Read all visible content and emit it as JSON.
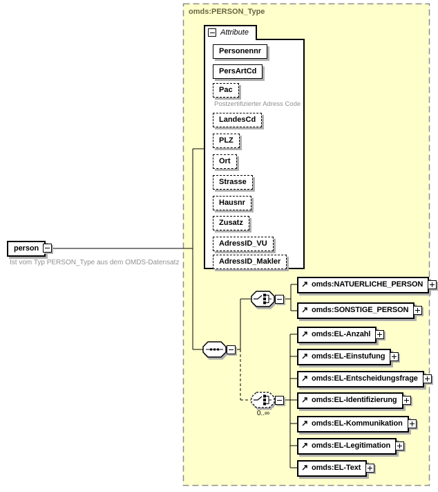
{
  "root_element": {
    "label": "person",
    "annotation": "Ist vom Typ PERSON_Type aus dem OMDS-Datensatz"
  },
  "type": {
    "title": "omds:PERSON_Type"
  },
  "attributes": {
    "tab_label": "Attribute",
    "items": [
      {
        "label": "Personennr",
        "required": true
      },
      {
        "label": "PersArtCd",
        "required": true
      },
      {
        "label": "Pac",
        "required": false,
        "annotation": "Postzertifizierter Adress Code"
      },
      {
        "label": "LandesCd",
        "required": false
      },
      {
        "label": "PLZ",
        "required": false
      },
      {
        "label": "Ort",
        "required": false
      },
      {
        "label": "Strasse",
        "required": false
      },
      {
        "label": "Hausnr",
        "required": false
      },
      {
        "label": "Zusatz",
        "required": false
      },
      {
        "label": "AdressID_VU",
        "required": false
      },
      {
        "label": "AdressID_Makler",
        "required": false
      }
    ]
  },
  "person_choice": {
    "elements": [
      {
        "label": "omds:NATUERLICHE_PERSON"
      },
      {
        "label": "omds:SONSTIGE_PERSON"
      }
    ]
  },
  "el_choice": {
    "occurrence": "0..∞",
    "elements": [
      {
        "label": "omds:EL-Anzahl"
      },
      {
        "label": "omds:EL-Einstufung"
      },
      {
        "label": "omds:EL-Entscheidungsfrage"
      },
      {
        "label": "omds:EL-Identifizierung"
      },
      {
        "label": "omds:EL-Kommunikation"
      },
      {
        "label": "omds:EL-Legitimation"
      },
      {
        "label": "omds:EL-Text"
      }
    ]
  },
  "icons": {
    "sequence": "sequence-compositor-icon",
    "choice": "choice-compositor-icon",
    "reference": "reference-arrow-icon",
    "collapse": "minus-toggle-icon",
    "expand": "plus-toggle-icon"
  },
  "colors": {
    "container_bg": "#ffffcc",
    "container_border": "#8c8c8c",
    "type_title_text": "#666644",
    "annotation_text": "#909090",
    "box_border": "#000000",
    "box_bg": "#ffffff",
    "shadow": "#b0b0b0"
  }
}
